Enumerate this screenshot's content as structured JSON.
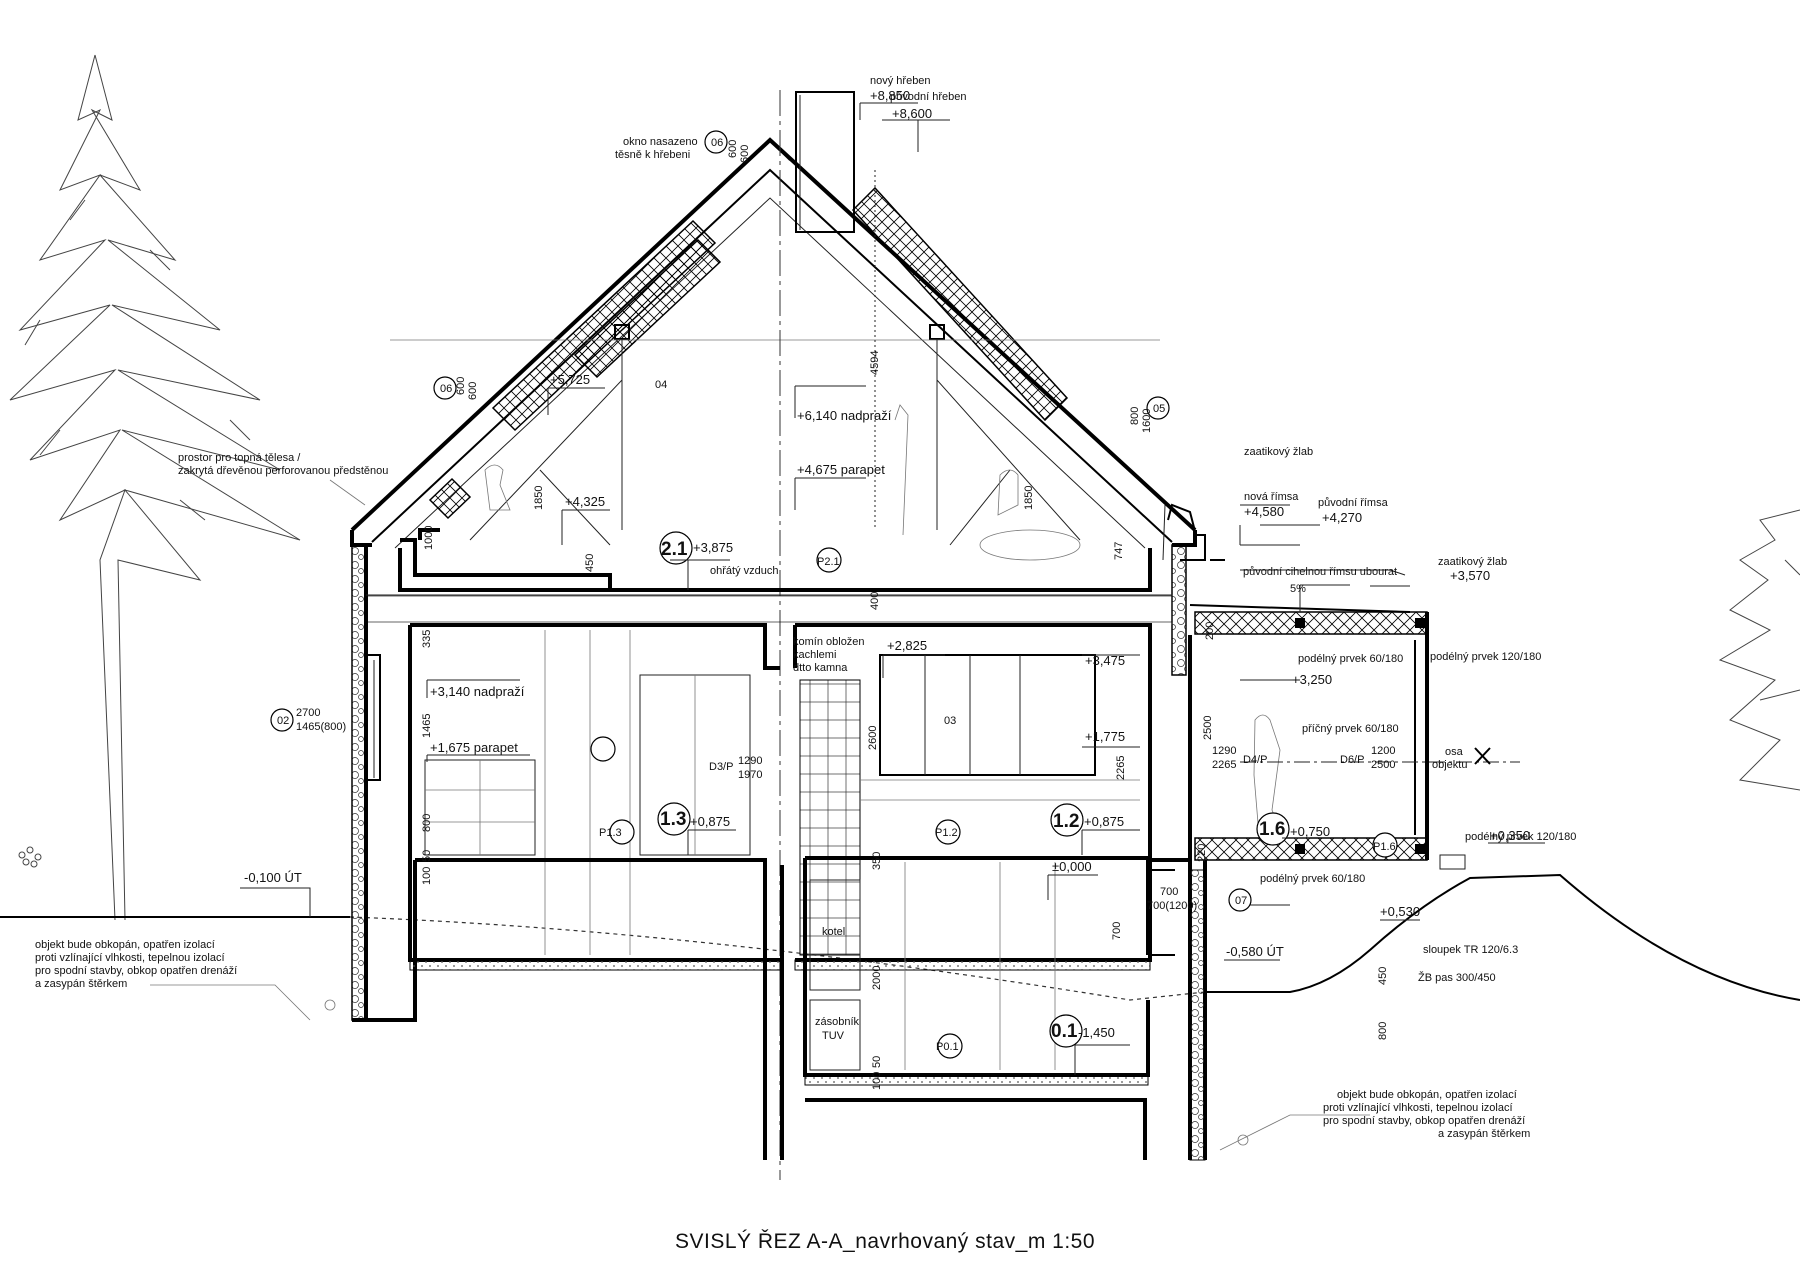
{
  "title": "SVISLÝ ŘEZ A-A_navrhovaný stav_m 1:50",
  "heights": {
    "new_ridge_label": "nový hřeben",
    "new_ridge": "+8,850",
    "orig_ridge_label": "původní hřeben",
    "orig_ridge": "+8,600",
    "roof_5725": "+5,725",
    "lintel_6140": "+6,140 nadpraží",
    "parapet_4675": "+4,675 parapet",
    "h_4325": "+4,325",
    "attic_floor": "+3,875",
    "h_2825": "+2,825",
    "h_3475": "+3,475",
    "lintel_3140": "+3,140 nadpraží",
    "parapet_1675": "+1,675 parapet",
    "h_1775": "+1,775",
    "floor_0875_a": "+0,875",
    "floor_0875_b": "+0,875",
    "new_cornice_label": "nová římsa",
    "new_cornice": "+4,580",
    "orig_cornice_label": "původní římsa",
    "orig_cornice": "+4,270",
    "gutter_label_1": "zaatikový žlab",
    "gutter_label_2": "zaatikový žlab",
    "h_3570": "+3,570",
    "h_3250": "+3,250",
    "h_0750": "+0,750",
    "h_0350": "+0,350",
    "h_0530": "+0,530",
    "zero": "±0,000",
    "terrain_left": "-0,100 ÚT",
    "terrain_right": "-0,580 ÚT",
    "basement_floor": "-1,450"
  },
  "rooms": {
    "r21": "2.1",
    "r13": "1.3",
    "r12": "1.2",
    "r16": "1.6",
    "r01": "0.1",
    "p21": "P2.1",
    "p13": "P1.3",
    "p12": "P1.2",
    "p16": "P1.6",
    "p01": "P0.1"
  },
  "windows": {
    "w06a": "06",
    "w06a_d1": "600",
    "w06a_d2": "600",
    "w06b": "06",
    "w06b_d1": "600",
    "w06b_d2": "600",
    "w05": "05",
    "w05_d1": "800",
    "w05_d2": "1600",
    "w04": "04",
    "w03": "03",
    "w02": "02",
    "w02_d1": "2700",
    "w02_d2": "1465(800)",
    "w07": "07",
    "w07_d1": "700",
    "w07_d2": "700(1200)"
  },
  "doors": {
    "d3": "D3/P",
    "d3_d1": "1290",
    "d3_d2": "1970",
    "d4": "D4/P",
    "d4_d1": "1290",
    "d4_d2": "2265",
    "d6": "D6/P",
    "d6_d1": "1200",
    "d6_d2": "2500"
  },
  "dims": {
    "d4594": "4594",
    "d1850a": "1850",
    "d1850b": "1850",
    "d1000": "1000",
    "d450": "450",
    "d747": "747",
    "d400": "400",
    "d335": "335",
    "d1465": "1465",
    "d800a": "800",
    "d50a": "50",
    "d100a": "100",
    "d2600": "2600",
    "d2265": "2265",
    "d200a": "200",
    "d2500": "2500",
    "d220": "220",
    "d350": "350",
    "d700": "700",
    "d2000": "2000",
    "d50b": "50",
    "d100b": "100",
    "d450b": "450",
    "d800b": "800",
    "slope": "5%"
  },
  "notes": {
    "window_ridge_1": "okno nasazeno",
    "window_ridge_2": "těsně k hřebeni",
    "heating_1": "prostor pro topná tělesa /",
    "heating_2": "zakrytá dřevěnou perforovanou předstěnou",
    "warm_air": "ohřátý vzduch",
    "chimney_1": "komín obložen",
    "chimney_2": "kachlemi",
    "chimney_3": "dtto kamna",
    "remove_cornice": "původní cihelnou římsu ubourat",
    "beam_1": "podélný prvek 60/180",
    "beam_2": "podélný prvek 120/180",
    "beam_3": "příčný prvek 60/180",
    "beam_4": "podélný prvek 120/180",
    "beam_5": "podélný prvek 60/180",
    "axis_1": "osa",
    "axis_2": "objektu",
    "post": "sloupek TR 120/6.3",
    "footing": "ŽB pas 300/450",
    "boiler": "kotel",
    "tank_1": "zásobník",
    "tank_2": "TUV",
    "left_1": "objekt bude obkopán, opatřen izolací",
    "left_2": "proti vzlínající vlhkosti, tepelnou izolací",
    "left_3": "pro spodní stavby, obkop opatřen drenáží",
    "left_4": "a zasypán štěrkem",
    "right_1": "objekt bude obkopán, opatřen izolací",
    "right_2": "proti vzlínající vlhkosti, tepelnou izolací",
    "right_3": "pro spodní stavby, obkop opatřen drenáží",
    "right_4": "a zasypán štěrkem"
  }
}
